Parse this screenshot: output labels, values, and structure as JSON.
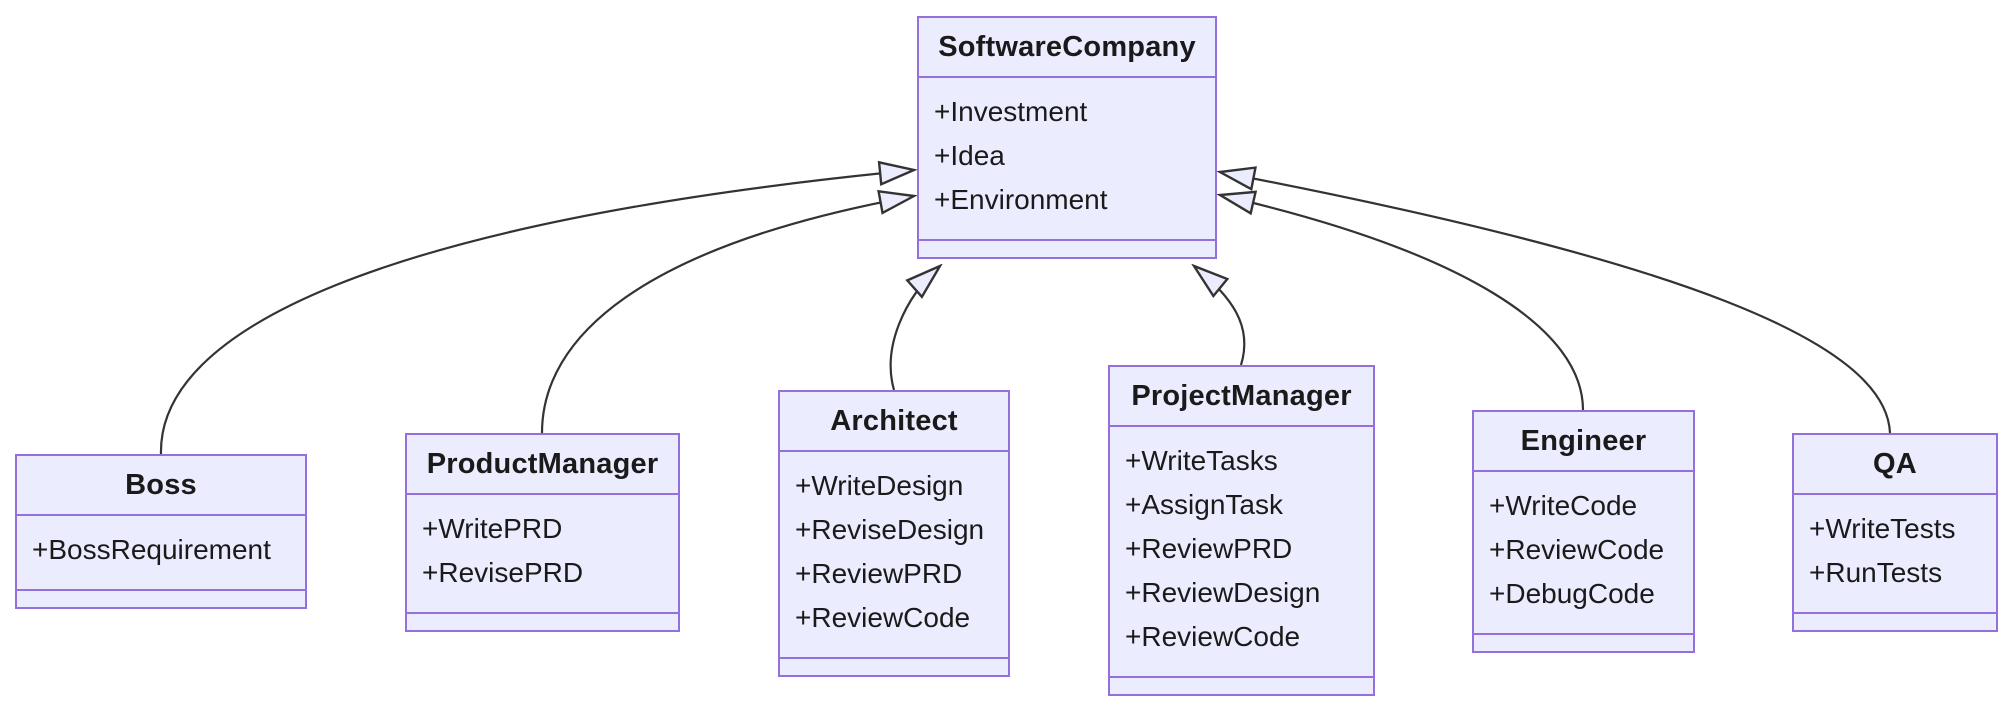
{
  "diagram": {
    "type": "uml-class-diagram",
    "colors": {
      "node_fill": "#ECECFF",
      "node_border": "#9370DB",
      "edge_color": "#333333",
      "text_color": "#1a1a1a",
      "bg_color": "#ffffff"
    },
    "classes": [
      {
        "name": "Boss",
        "members": [
          "+BossRequirement"
        ]
      },
      {
        "name": "ProductManager",
        "members": [
          "+WritePRD",
          "+RevisePRD"
        ]
      },
      {
        "name": "Architect",
        "members": [
          "+WriteDesign",
          "+ReviseDesign",
          "+ReviewPRD",
          "+ReviewCode"
        ]
      },
      {
        "name": "SoftwareCompany",
        "members": [
          "+Investment",
          "+Idea",
          "+Environment"
        ]
      },
      {
        "name": "ProjectManager",
        "members": [
          "+WriteTasks",
          "+AssignTask",
          "+ReviewPRD",
          "+ReviewDesign",
          "+ReviewCode"
        ]
      },
      {
        "name": "Engineer",
        "members": [
          "+WriteCode",
          "+ReviewCode",
          "+DebugCode"
        ]
      },
      {
        "name": "QA",
        "members": [
          "+WriteTests",
          "+RunTests"
        ]
      }
    ],
    "relationships": [
      {
        "from": "Boss",
        "to": "SoftwareCompany",
        "type": "inheritance"
      },
      {
        "from": "ProductManager",
        "to": "SoftwareCompany",
        "type": "inheritance"
      },
      {
        "from": "Architect",
        "to": "SoftwareCompany",
        "type": "inheritance"
      },
      {
        "from": "ProjectManager",
        "to": "SoftwareCompany",
        "type": "inheritance"
      },
      {
        "from": "Engineer",
        "to": "SoftwareCompany",
        "type": "inheritance"
      },
      {
        "from": "QA",
        "to": "SoftwareCompany",
        "type": "inheritance"
      }
    ]
  }
}
